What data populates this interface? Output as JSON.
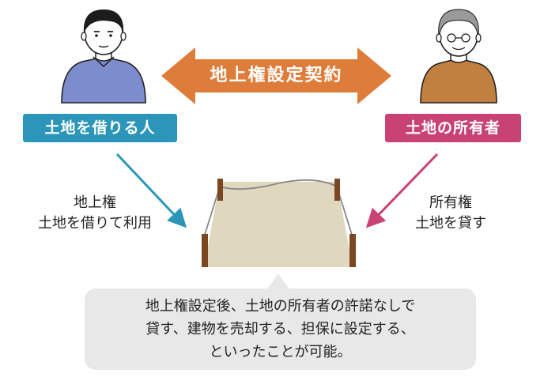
{
  "contract_label": "地上権設定契約",
  "borrower": {
    "label": "土地を借りる人",
    "right_title": "地上権",
    "right_desc": "土地を借りて利用",
    "color": "#2b96b9"
  },
  "owner": {
    "label": "土地の所有者",
    "right_title": "所有権",
    "right_desc": "土地を貸す",
    "color": "#c94274"
  },
  "contract_color": "#de7c3a",
  "note": {
    "lines": [
      "地上権設定後、土地の所有者の許諾なしで",
      "貸す、建物を売却する、担保に設定する、",
      "といったことが可能。"
    ],
    "color": "#e8e8e8"
  }
}
